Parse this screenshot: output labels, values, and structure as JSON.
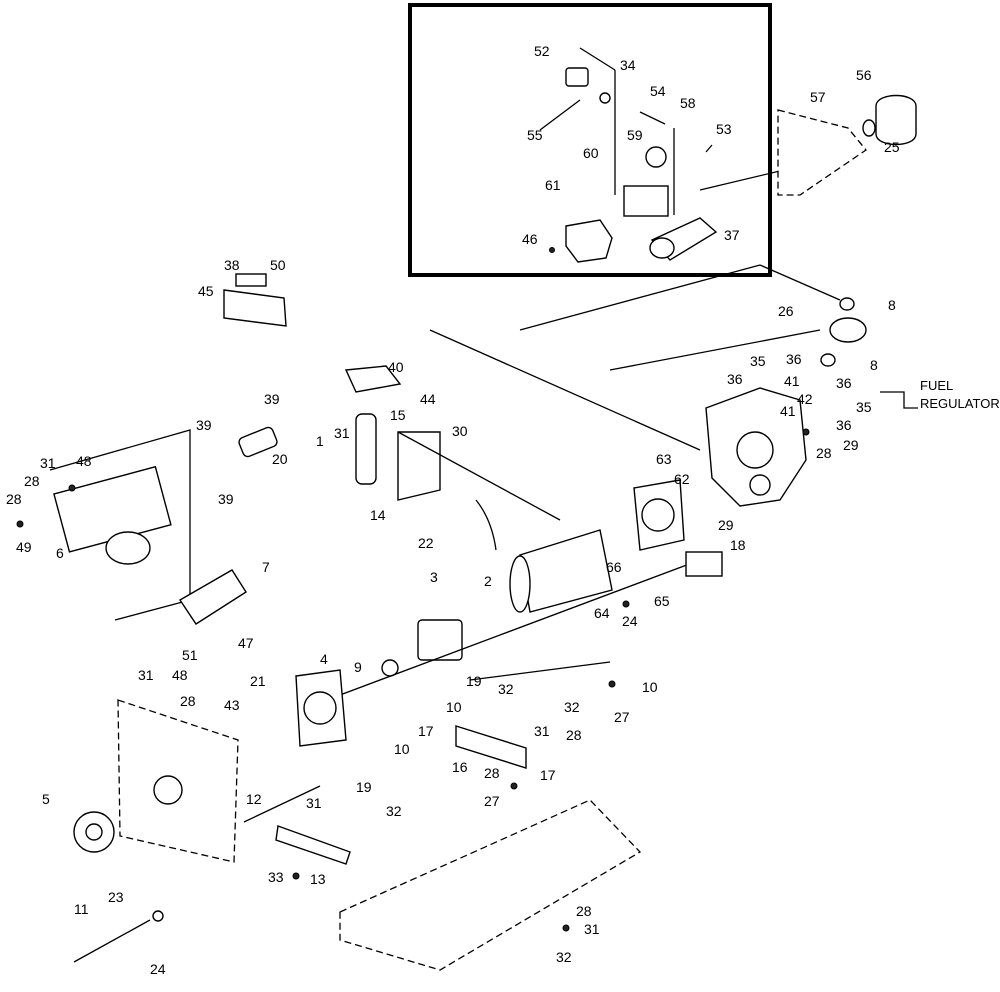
{
  "labels": {
    "p52": "52",
    "p34": "34",
    "p54": "54",
    "p58": "58",
    "p55": "55",
    "p59": "59",
    "p53": "53",
    "p60": "60",
    "p61": "61",
    "p46": "46",
    "p37": "37",
    "p56": "56",
    "p57": "57",
    "p25": "25",
    "p8a": "8",
    "p26": "26",
    "p8b": "8",
    "p38": "38",
    "p50": "50",
    "p45": "45",
    "p40": "40",
    "p35a": "35",
    "p36a": "36",
    "p36b": "36",
    "p41a": "41",
    "p42": "42",
    "p41b": "41",
    "p36c": "36",
    "p35b": "35",
    "p36d": "36",
    "p29a": "29",
    "p28a": "28",
    "p39a": "39",
    "p44": "44",
    "p15": "15",
    "p1": "1",
    "p31a": "31",
    "p30": "30",
    "p39b": "39",
    "p20": "20",
    "p31b": "31",
    "p48a": "48",
    "p28b": "28",
    "p28c": "28",
    "p49": "49",
    "p6": "6",
    "p39c": "39",
    "p14": "14",
    "p22": "22",
    "p63": "63",
    "p62": "62",
    "p29b": "29",
    "p18": "18",
    "p7": "7",
    "p2": "2",
    "p66": "66",
    "p64": "64",
    "p65": "65",
    "p24a": "24",
    "p3": "3",
    "p47": "47",
    "p51": "51",
    "p9": "9",
    "p4": "4",
    "p31c": "31",
    "p48b": "48",
    "p28d": "28",
    "p21": "21",
    "p43": "43",
    "p19a": "19",
    "p32a": "32",
    "p10a": "10",
    "p10b": "10",
    "p27a": "27",
    "p32b": "32",
    "p31d": "31",
    "p28e": "28",
    "p17a": "17",
    "p16": "16",
    "p10c": "10",
    "p19b": "19",
    "p28f": "28",
    "p17b": "17",
    "p27b": "27",
    "p32c": "32",
    "p5": "5",
    "p12": "12",
    "p31e": "31",
    "p33": "33",
    "p13": "13",
    "p23": "23",
    "p11": "11",
    "p24b": "24",
    "p28g": "28",
    "p31f": "31",
    "p32d": "32"
  },
  "notes": {
    "fuel_regulator_line1": "FUEL",
    "fuel_regulator_line2": "REGULATOR"
  }
}
